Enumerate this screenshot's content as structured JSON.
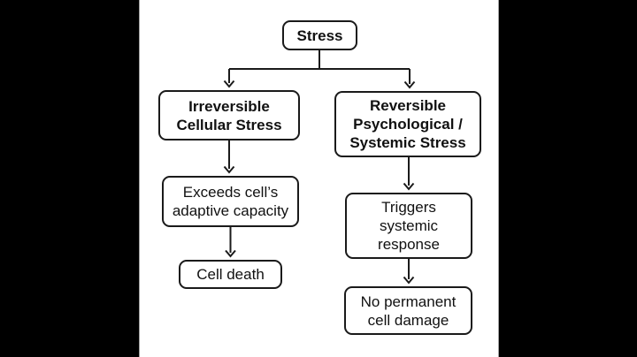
{
  "colors": {
    "background": "#000000",
    "panel": "#ffffff",
    "line": "#1a1a1a",
    "text": "#111111",
    "panel_edge": "#a0a0a0"
  },
  "diagram": {
    "type": "flowchart",
    "nodes": {
      "stress": {
        "label": "Stress",
        "emphasis": "bold"
      },
      "irreversible": {
        "label": "Irreversible\nCellular Stress",
        "emphasis": "bold"
      },
      "reversible": {
        "label": "Reversible\nPsychological /\nSystemic Stress",
        "emphasis": "bold"
      },
      "exceeds": {
        "label": "Exceeds cell’s\nadaptive capacity",
        "emphasis": "regular"
      },
      "cell_death": {
        "label": "Cell death",
        "emphasis": "regular"
      },
      "triggers": {
        "label": "Triggers\nsystemic\nresponse",
        "emphasis": "regular"
      },
      "no_damage": {
        "label": "No permanent\ncell damage",
        "emphasis": "regular"
      }
    },
    "edges": [
      {
        "from": "stress",
        "to": "irreversible"
      },
      {
        "from": "stress",
        "to": "reversible"
      },
      {
        "from": "irreversible",
        "to": "exceeds"
      },
      {
        "from": "exceeds",
        "to": "cell_death"
      },
      {
        "from": "reversible",
        "to": "triggers"
      },
      {
        "from": "triggers",
        "to": "no_damage"
      }
    ]
  }
}
